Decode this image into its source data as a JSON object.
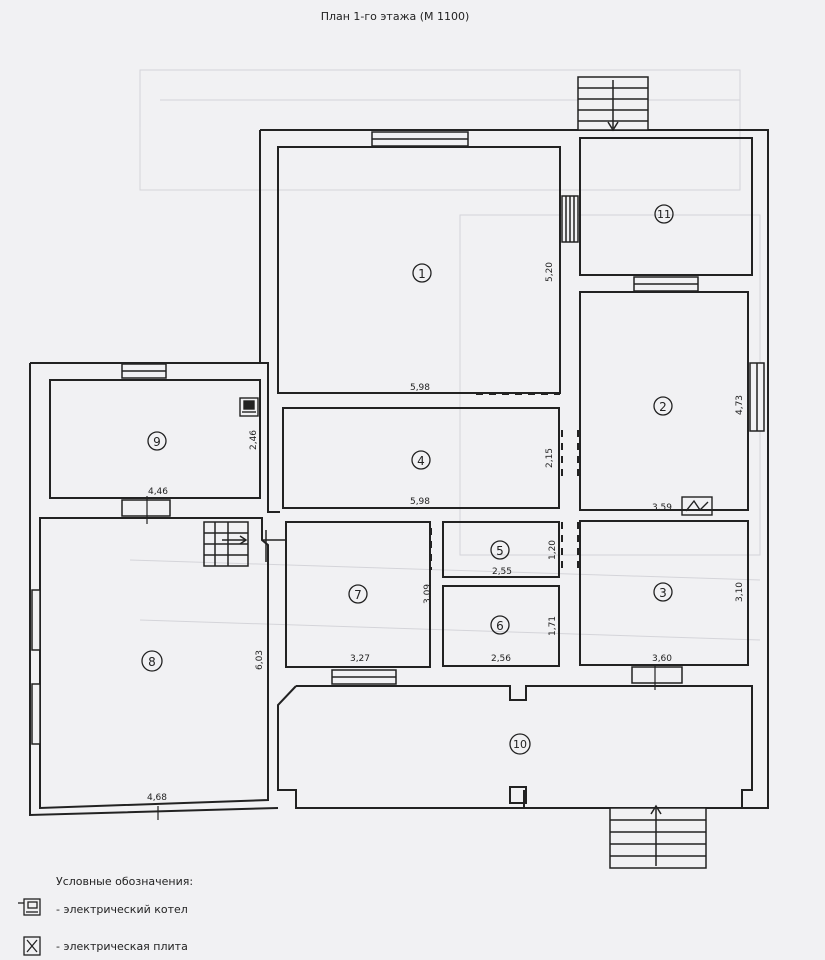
{
  "title": "План 1-го этажа (М 1100)",
  "rooms": [
    {
      "id": "1",
      "number": "1"
    },
    {
      "id": "2",
      "number": "2"
    },
    {
      "id": "3",
      "number": "3"
    },
    {
      "id": "4",
      "number": "4"
    },
    {
      "id": "5",
      "number": "5"
    },
    {
      "id": "6",
      "number": "6"
    },
    {
      "id": "7",
      "number": "7"
    },
    {
      "id": "8",
      "number": "8"
    },
    {
      "id": "9",
      "number": "9"
    },
    {
      "id": "10",
      "number": "10"
    },
    {
      "id": "11",
      "number": "11"
    }
  ],
  "dimensions": {
    "r1_height": "5,20",
    "r1_width": "5,98",
    "r4_width": "5,98",
    "r4_height": "2,15",
    "r2_height": "4,73",
    "r2_width": "3,59",
    "r3_height": "3,10",
    "r3_width": "3,60",
    "r5_height": "1,20",
    "r5_width": "2,55",
    "r6_height": "1,71",
    "r6_width": "2,56",
    "r7_height": "3,09",
    "r7_width": "3,27",
    "r8_height": "6,03",
    "r8_width": "4,68",
    "r9_height": "2,46",
    "r9_width": "4,46"
  },
  "legend": {
    "title": "Условные обозначения:",
    "items": [
      {
        "icon": "electric-boiler-icon",
        "text": "- электрический котел"
      },
      {
        "icon": "electric-stove-icon",
        "text": "- электрическая плита"
      }
    ]
  }
}
